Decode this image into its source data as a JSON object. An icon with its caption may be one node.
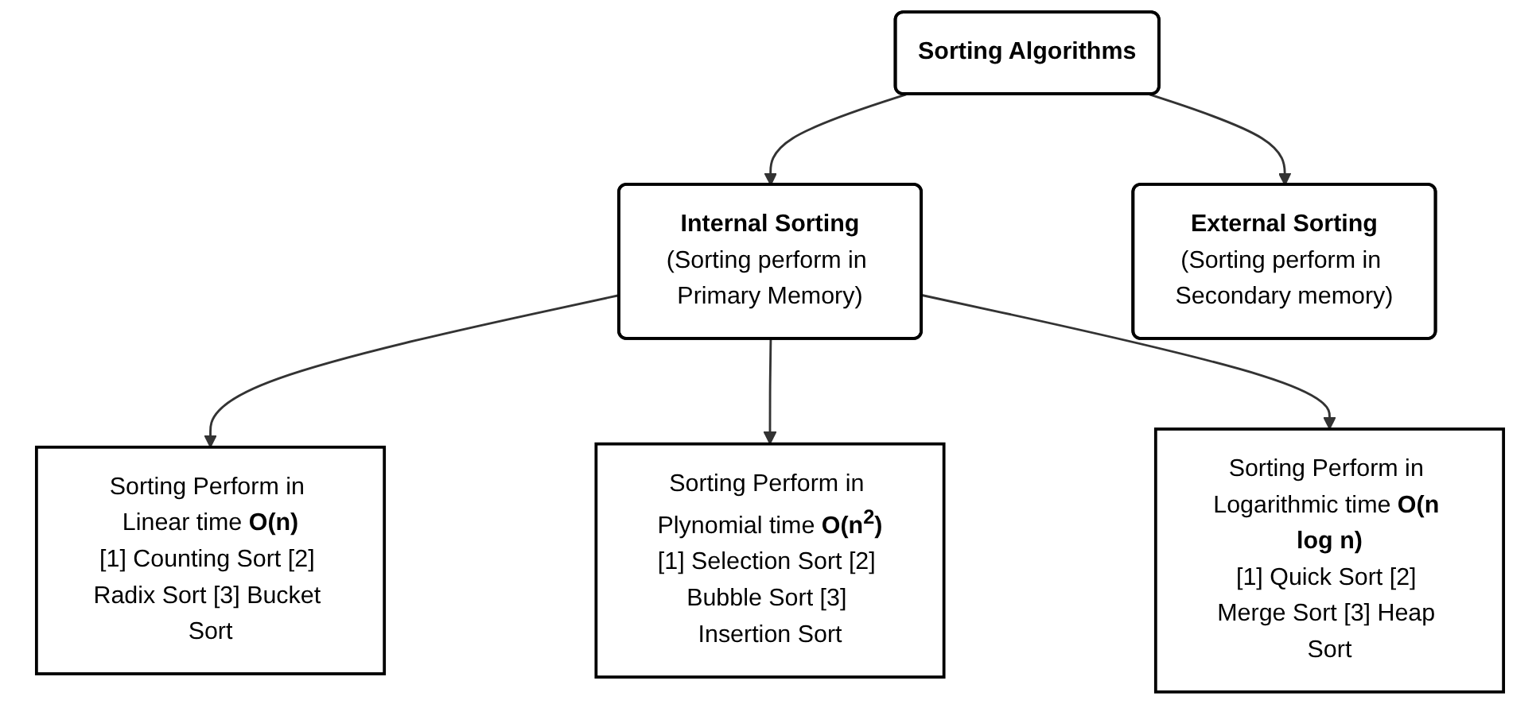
{
  "diagram": {
    "nodes": [
      {
        "text": [
          "Sorting Algorithms"
        ]
      },
      {
        "text": [
          "Internal Sorting",
          "(Sorting perform in Primary Memory)"
        ]
      },
      {
        "text": [
          "External Sorting",
          "(Sorting perform in Secondary memory)"
        ]
      },
      {
        "text": [
          "Sorting Perform in Linear time **O(n)**",
          "[1] Counting Sort [2] Radix Sort [3] Bucket Sort"
        ]
      },
      {
        "text": [
          "Sorting Perform in Plynomial time **O(n$^{2}$)**",
          "[1] Selection Sort [2] Bubble Sort [3] Insertion Sort"
        ]
      },
      {
        "text": [
          "Sorting Perform in Logarithmic time **O(n log n)**",
          "[1] Quick Sort [2] Merge Sort [3] Heap Sort"
        ]
      }
    ],
    "edges": [
      {
        "from": 0,
        "to": 1,
        "arrow": "to"
      },
      {
        "from": 0,
        "to": 2,
        "arrow": "to"
      },
      {
        "from": 1,
        "to": 3,
        "arrow": "to"
      },
      {
        "from": 1,
        "to": 4,
        "arrow": "to"
      },
      {
        "from": 1,
        "to": 5,
        "arrow": "to"
      }
    ]
  }
}
